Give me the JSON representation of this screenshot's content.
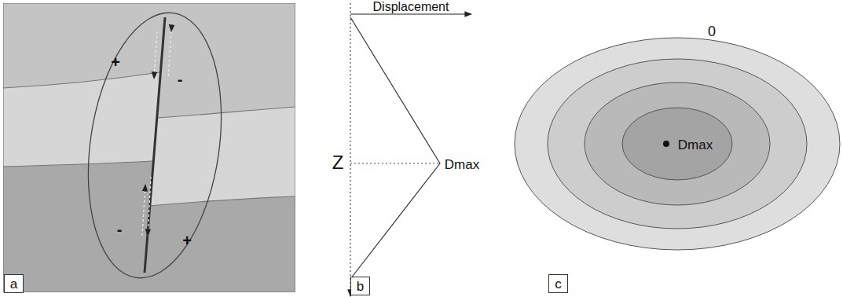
{
  "diagram": {
    "nodes": [
      {
        "text": [
          "a"
        ]
      },
      {
        "text": [
          "b"
        ]
      },
      {
        "text": [
          "c"
        ]
      }
    ],
    "labels": [
      "+",
      "-",
      "-",
      "+",
      "Displacement",
      "Z",
      "Dmax",
      "0",
      "Dmax"
    ]
  }
}
